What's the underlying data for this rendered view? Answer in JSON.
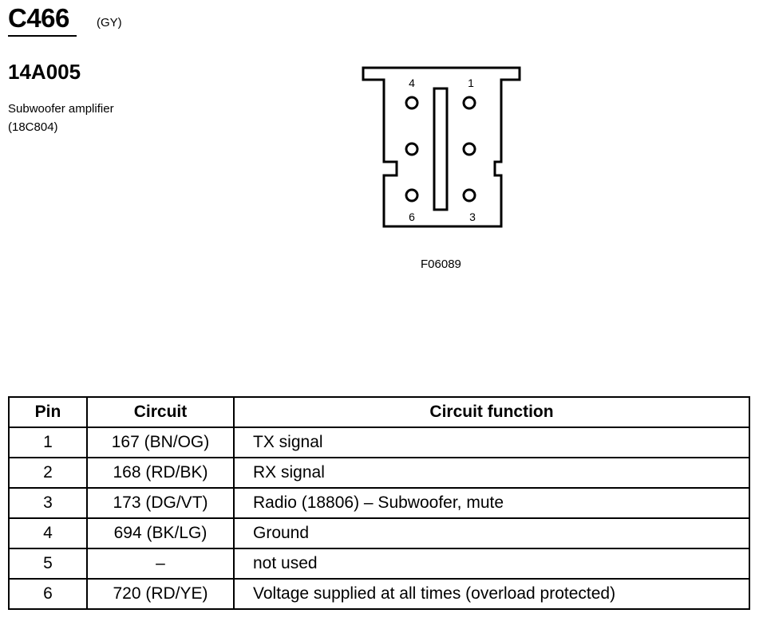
{
  "header": {
    "connector_id": "C466",
    "connector_color": "(GY)",
    "part_number": "14A005",
    "description_line1": "Subwoofer amplifier",
    "description_line2": "(18C804)"
  },
  "diagram": {
    "pin_labels": {
      "top_left": "4",
      "top_right": "1",
      "bottom_left": "6",
      "bottom_right": "3"
    },
    "figure_code": "F06089"
  },
  "table": {
    "headers": [
      "Pin",
      "Circuit",
      "Circuit function"
    ],
    "rows": [
      {
        "pin": "1",
        "circuit": "167 (BN/OG)",
        "function": "TX signal"
      },
      {
        "pin": "2",
        "circuit": "168 (RD/BK)",
        "function": "RX signal"
      },
      {
        "pin": "3",
        "circuit": "173 (DG/VT)",
        "function": "Radio (18806) – Subwoofer, mute"
      },
      {
        "pin": "4",
        "circuit": "694 (BK/LG)",
        "function": "Ground"
      },
      {
        "pin": "5",
        "circuit": "–",
        "function": "not used"
      },
      {
        "pin": "6",
        "circuit": "720 (RD/YE)",
        "function": "Voltage supplied at all times (overload protected)"
      }
    ]
  }
}
